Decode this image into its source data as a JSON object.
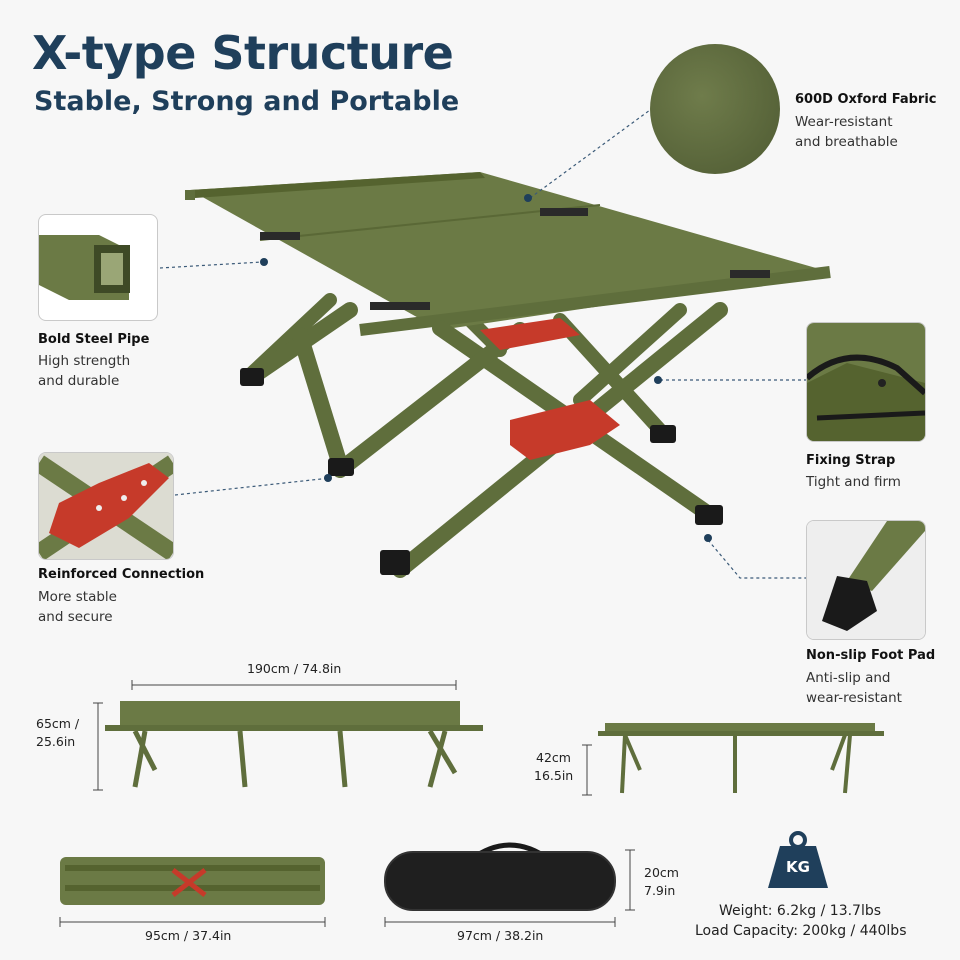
{
  "header": {
    "title": "X-type Structure",
    "subtitle": "Stable, Strong and Portable"
  },
  "features": [
    {
      "title": "600D Oxford Fabric",
      "lines": [
        "Wear-resistant",
        "and breathable"
      ],
      "icon": "fabric-texture"
    },
    {
      "title": "Bold Steel Pipe",
      "lines": [
        "High strength",
        "and durable"
      ],
      "icon": "steel-pipe"
    },
    {
      "title": "Fixing Strap",
      "lines": [
        "Tight and firm"
      ],
      "icon": "fixing-strap"
    },
    {
      "title": "Reinforced Connection",
      "lines": [
        "More stable",
        "and secure"
      ],
      "icon": "reinforced-joint"
    },
    {
      "title": "Non-slip Foot Pad",
      "lines": [
        "Anti-slip and",
        "wear-resistant"
      ],
      "icon": "foot-pad"
    }
  ],
  "dimensions": {
    "length": "190cm / 74.8in",
    "height_high_cm": "65cm /",
    "height_high_in": "25.6in",
    "height_low_cm": "42cm",
    "height_low_in": "16.5in",
    "folded_length": "95cm / 37.4in",
    "bag_length": "97cm / 38.2in",
    "bag_height_cm": "20cm",
    "bag_height_in": "7.9in"
  },
  "weight_badge": {
    "label": "KG",
    "weight": "Weight: 6.2kg / 13.7lbs",
    "capacity": "Load Capacity: 200kg / 440lbs"
  },
  "colors": {
    "title": "#1f3f5b",
    "fabric": "#6b7a45",
    "frame": "#5f6e3c",
    "joint": "#c63a2a",
    "foot": "#1a1a1a",
    "badge": "#1f3f5b"
  }
}
